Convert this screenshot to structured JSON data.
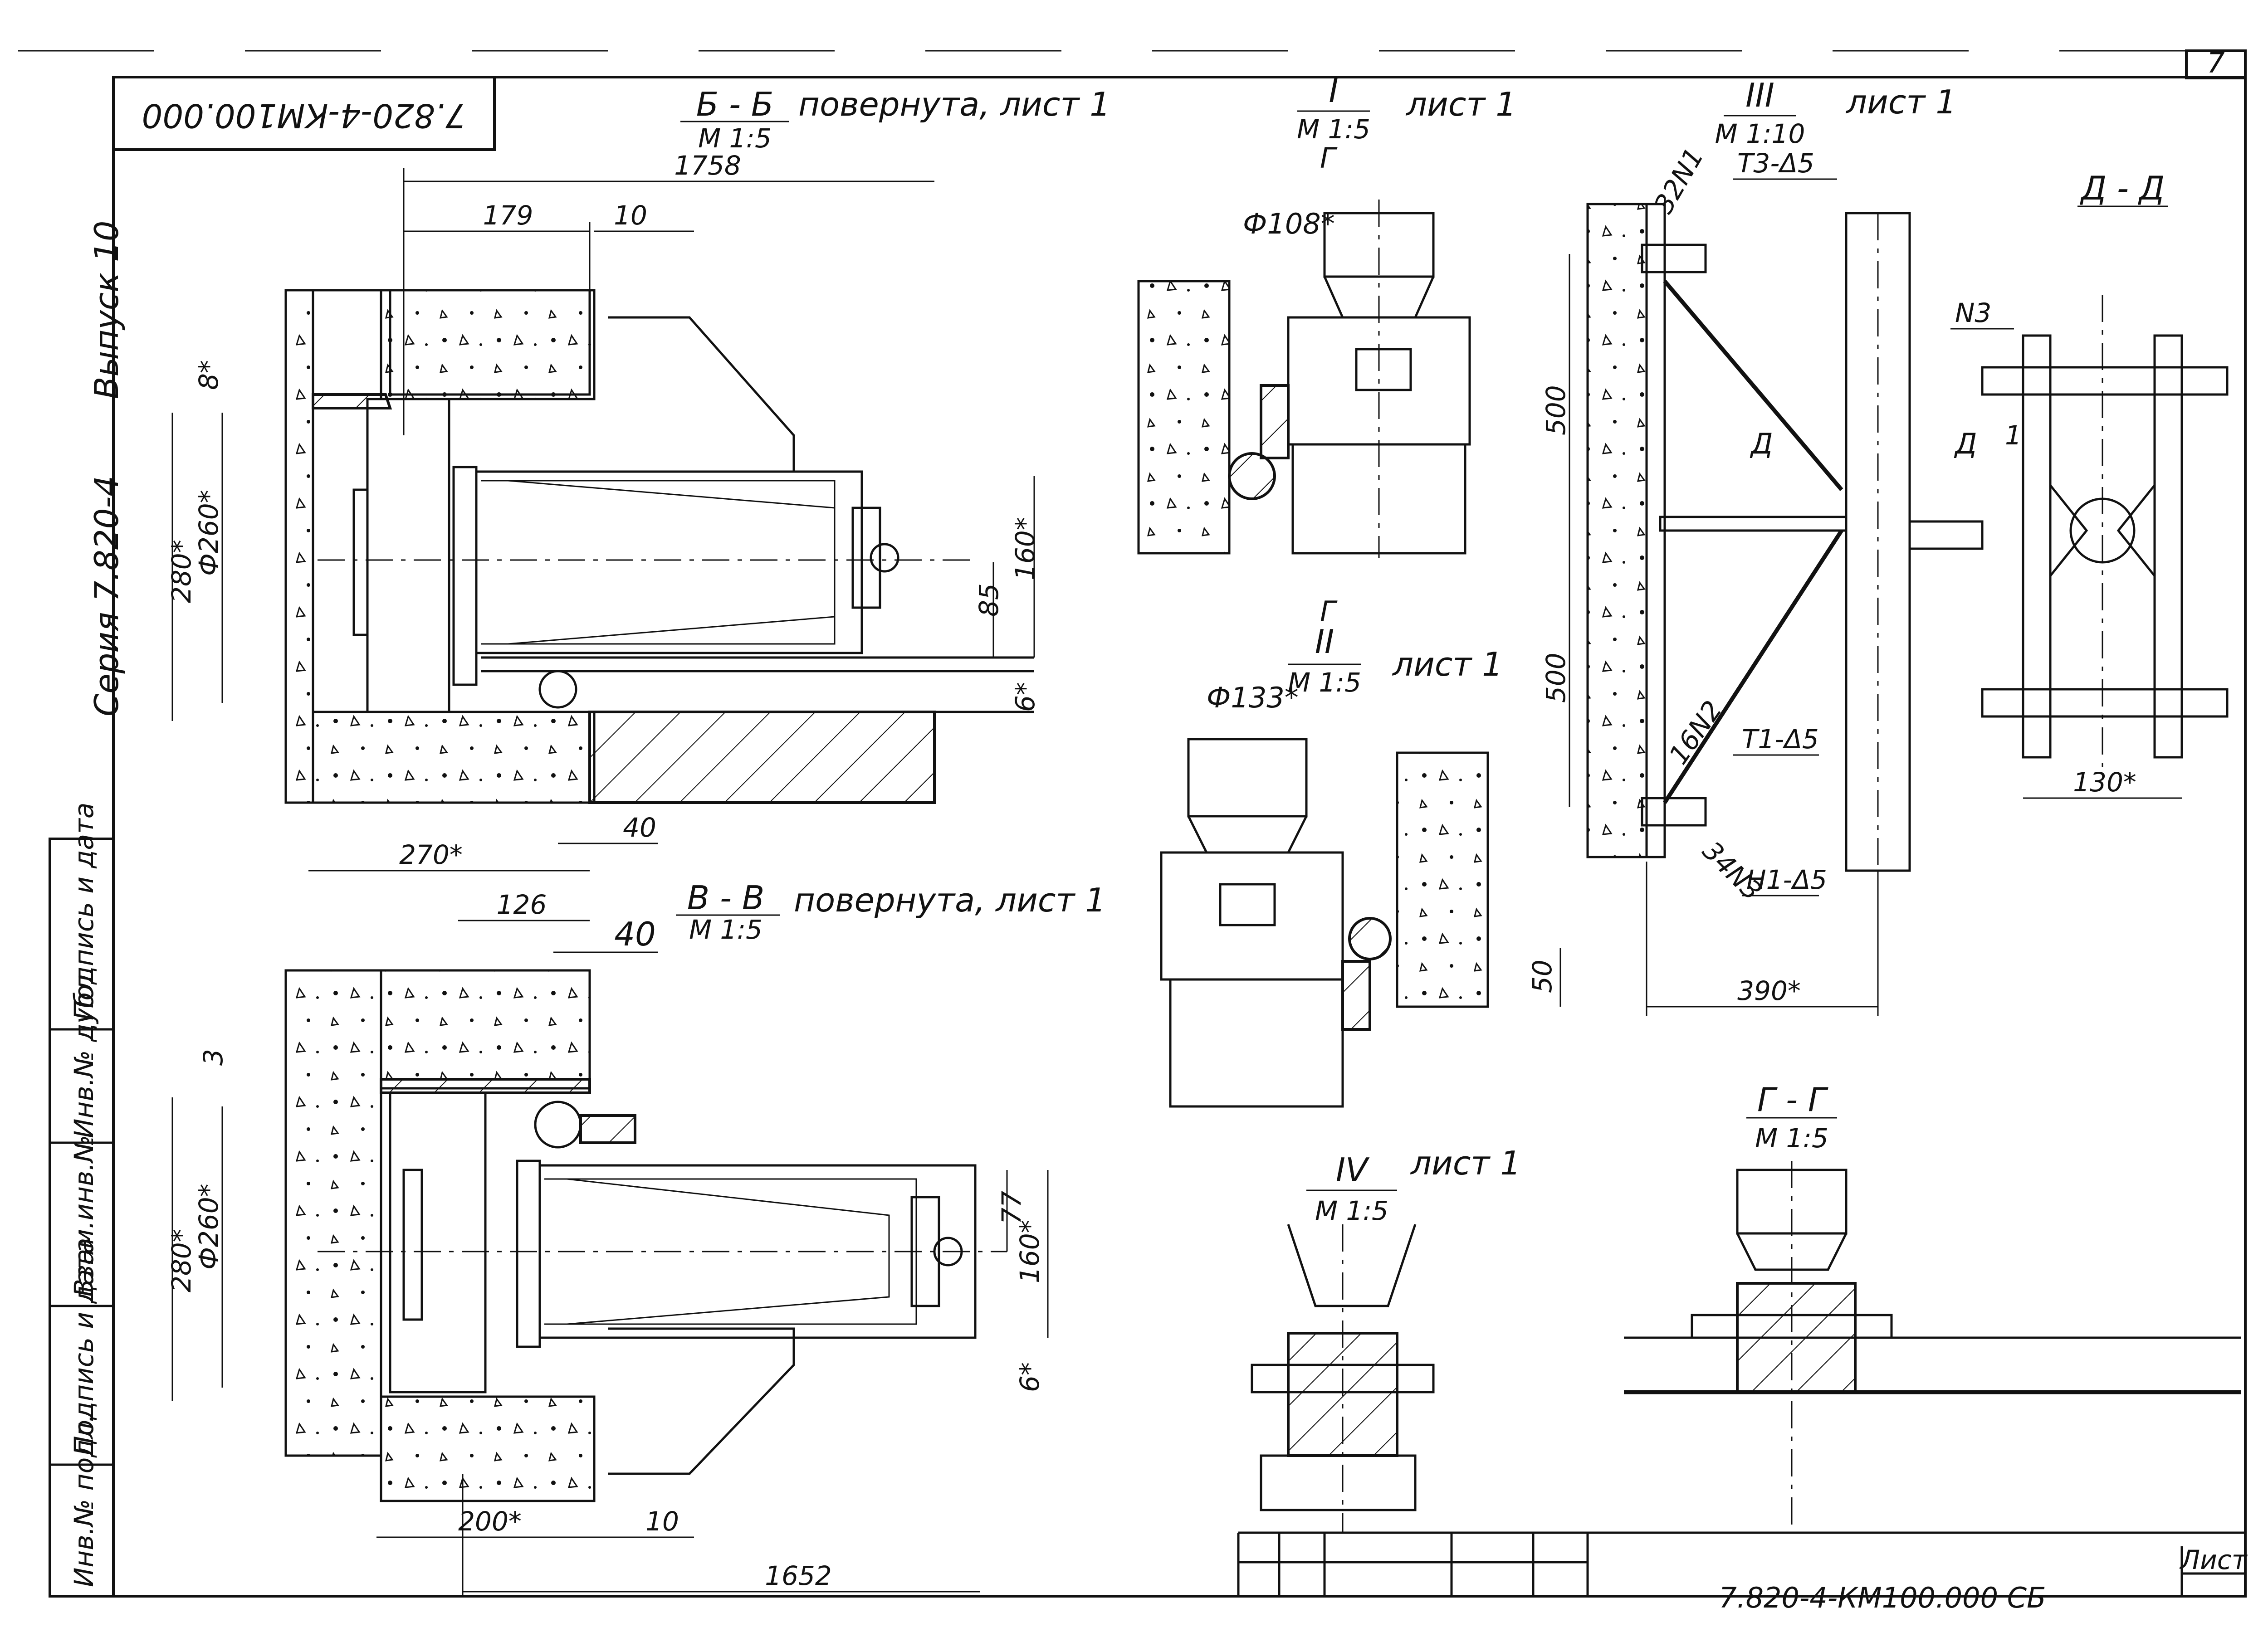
{
  "sheet": {
    "page_number": "7",
    "doc_code": "7.820-4-КМ100.000",
    "series": "Серия 7.820-4",
    "issue": "Выпуск 10",
    "sheet_label": "Лист",
    "bottom_code": "7.820-4-КМ100.000 СБ"
  },
  "stamp_fields": [
    "Инв.№ подл.",
    "Подпись и дата",
    "Взам.инв.№",
    "Инв.№ дубл.",
    "Подпись и дата"
  ],
  "sections": {
    "bb": {
      "title": "Б - Б",
      "scale": "М 1:5",
      "note": "повернута, лист 1"
    },
    "vv": {
      "title": "В - В",
      "scale": "М 1:5",
      "note": "повернута, лист 1"
    },
    "n1": {
      "title": "I",
      "scale": "М 1:5",
      "note": "лист 1"
    },
    "n2": {
      "title": "II",
      "scale": "М 1:5",
      "note": "лист 1"
    },
    "n3": {
      "title": "III",
      "scale": "М 1:10",
      "note": "лист 1"
    },
    "n4": {
      "title": "IV",
      "scale": "М 1:5",
      "note": "лист 1"
    },
    "gg": {
      "title": "Г - Г",
      "scale": "М 1:5"
    },
    "dd": {
      "title": "Д - Д"
    }
  },
  "cut_marks": {
    "g": "Г",
    "d": "Д"
  },
  "dimensions": {
    "bb_1758": "1758",
    "bb_179": "179",
    "bb_10": "10",
    "bb_8": "8*",
    "bb_280": "280*",
    "bb_260": "Ф260*",
    "bb_160": "160*",
    "bb_85": "85",
    "bb_6": "6*",
    "bb_270": "270*",
    "bb_40": "40",
    "vv_126": "126",
    "vv_40": "40",
    "vv_3": "3",
    "vv_280": "280*",
    "vv_260": "Ф260*",
    "vv_77": "77",
    "vv_160": "160*",
    "vv_6": "6*",
    "vv_200": "200*",
    "vv_10": "10",
    "vv_1652": "1652",
    "n1_108": "Ф108*",
    "n2_133": "Ф133*",
    "n2_50": "50",
    "n3_500a": "500",
    "n3_500b": "500",
    "n3_390": "390*",
    "dd_130": "130*",
    "dd_1": "1"
  },
  "callouts": {
    "c32n1": "32N1",
    "t3": "Т3-Δ5",
    "c16n2": "16N2",
    "t1": "Т1-Δ5",
    "c34n3": "34N3",
    "h1": "Н1-Δ5",
    "n3": "N3"
  }
}
